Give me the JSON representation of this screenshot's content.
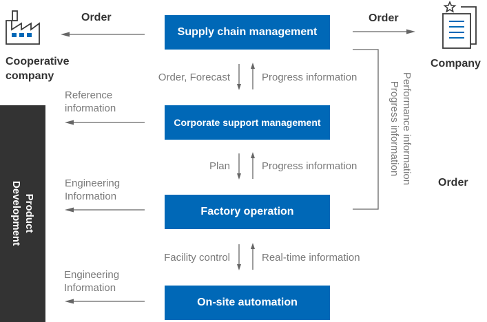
{
  "boxes": {
    "scm": "Supply chain management",
    "csm": "Corporate support management",
    "factory": "Factory operation",
    "onsite": "On-site automation"
  },
  "entities": {
    "coop_line1": "Cooperative",
    "coop_line2": "company",
    "company": "Company",
    "product_line1": "Product",
    "product_line2": "Development"
  },
  "flows": {
    "order_left": "Order",
    "order_right": "Order",
    "order_company": "Order",
    "order_forecast": "Order, Forecast",
    "progress1": "Progress information",
    "plan": "Plan",
    "progress2": "Progress information",
    "facility_control": "Facility control",
    "realtime": "Real-time information",
    "reference_line1": "Reference",
    "reference_line2": "information",
    "engineering1_line1": "Engineering",
    "engineering1_line2": "Information",
    "engineering2_line1": "Engineering",
    "engineering2_line2": "Information",
    "performance": "Performance information",
    "progress_vertical": "Progress information"
  },
  "colors": {
    "box_blue": "#0068b7",
    "sidebar_dark": "#333333",
    "line_gray": "#666666",
    "label_gray": "#7a7a7a"
  },
  "icons": {
    "cooperative": "factory-icon",
    "company": "document-icon",
    "star": "star-icon"
  }
}
